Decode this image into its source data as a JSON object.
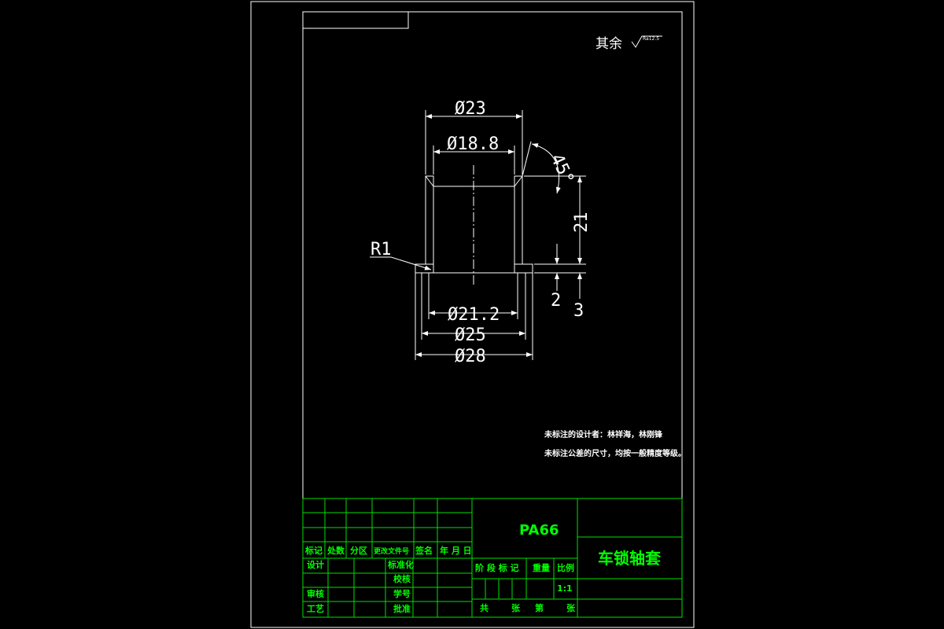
{
  "roughness": {
    "label": "其余",
    "value": "Ra12.5"
  },
  "dimensions": {
    "d_outer_top": "Ø23",
    "d_inner_top": "Ø18.8",
    "chamfer_angle": "45°",
    "height": "21",
    "radius": "R1",
    "d_bore": "Ø21.2",
    "d_flange_inner": "Ø25",
    "d_flange_outer": "Ø28",
    "flange_thk_a": "2",
    "flange_thk_b": "3"
  },
  "notes": [
    "未标注的设计者：林祥海，林刚锋",
    "未标注公差的尺寸，均按一般精度等级。"
  ],
  "title_block": {
    "material": "PA66",
    "part_name": "车锁轴套",
    "rev_headers": [
      "标记",
      "处数",
      "分区",
      "更改文件号",
      "签名",
      "年 月 日"
    ],
    "role_design": "设计",
    "role_standard": "标准化",
    "role_check": "审核",
    "role_process": "工艺",
    "role_approve": "批准",
    "role_mid1": "校核",
    "role_mid2": "学号",
    "stage_headers": [
      "阶 段 标 记",
      "重量",
      "比例"
    ],
    "scale": "1:1",
    "sheet_line": [
      "共",
      "张",
      "第",
      "张"
    ]
  }
}
